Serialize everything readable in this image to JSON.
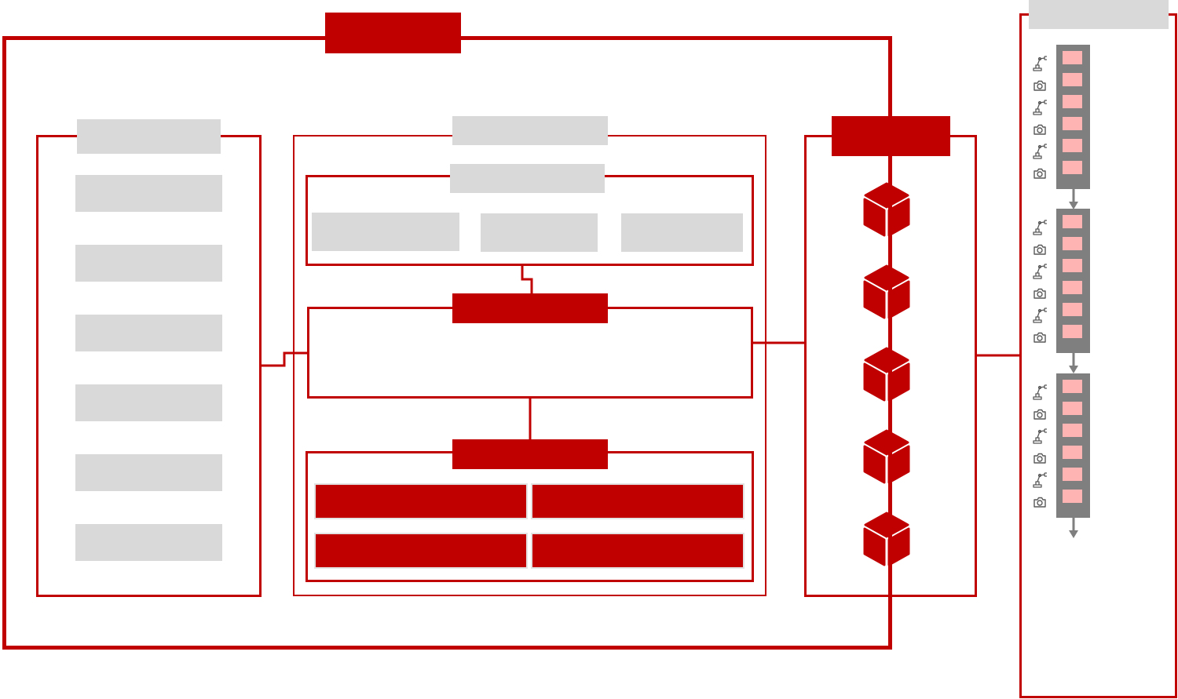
{
  "colors": {
    "accent": "#c00000",
    "gray": "#d9d9d9",
    "strip": "#7f7f7f",
    "slot": "#ffb4b4",
    "icon": "#595959"
  },
  "diagram": {
    "outer_frame_label": "",
    "left_panel": {
      "title": "",
      "items": [
        "",
        "",
        "",
        "",
        "",
        ""
      ]
    },
    "center_panel": {
      "title": "",
      "top_group": {
        "title": "",
        "items": [
          "",
          "",
          ""
        ]
      },
      "middle_group": {
        "title": ""
      },
      "bottom_group": {
        "title": "",
        "cells": [
          "",
          "",
          "",
          ""
        ]
      }
    },
    "right_panel": {
      "title": "",
      "cube_icons": [
        "cube-icon",
        "cube-icon",
        "cube-icon",
        "cube-icon",
        "cube-icon"
      ]
    },
    "far_right_panel": {
      "title": "",
      "stations": [
        {
          "slots": 6,
          "icons": [
            "robot-arm-icon",
            "camera-icon",
            "robot-arm-icon",
            "camera-icon",
            "robot-arm-icon",
            "camera-icon"
          ]
        },
        {
          "slots": 6,
          "icons": [
            "robot-arm-icon",
            "camera-icon",
            "robot-arm-icon",
            "camera-icon",
            "robot-arm-icon",
            "camera-icon"
          ]
        },
        {
          "slots": 6,
          "icons": [
            "robot-arm-icon",
            "camera-icon",
            "robot-arm-icon",
            "camera-icon",
            "robot-arm-icon",
            "camera-icon"
          ]
        }
      ]
    }
  }
}
